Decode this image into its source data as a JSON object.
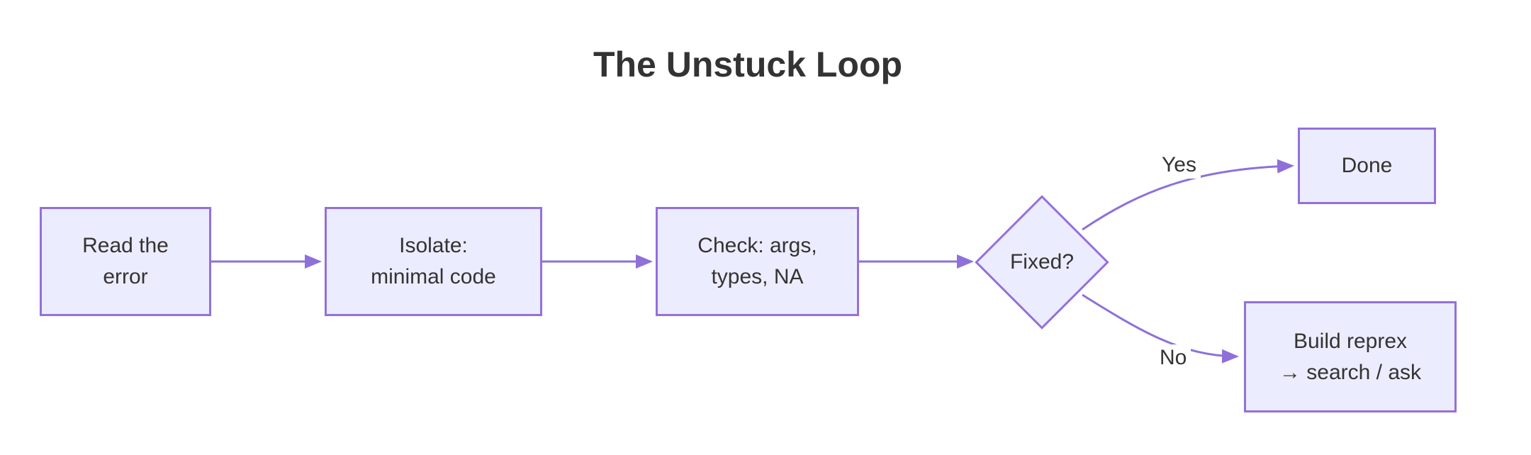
{
  "diagram": {
    "title": "The Unstuck Loop",
    "type": "flowchart",
    "direction": "left-to-right",
    "colors": {
      "node_fill": "#ECECFF",
      "node_border": "#9370DB",
      "edge_line": "#8E70D8",
      "text": "#333333",
      "background": "#FFFFFF"
    },
    "nodes": [
      {
        "id": "read",
        "shape": "rect",
        "label": "Read the\nerror"
      },
      {
        "id": "isolate",
        "shape": "rect",
        "label": "Isolate:\nminimal code"
      },
      {
        "id": "check",
        "shape": "rect",
        "label": "Check: args,\ntypes, NA"
      },
      {
        "id": "fixed",
        "shape": "diamond",
        "label": "Fixed?"
      },
      {
        "id": "done",
        "shape": "rect",
        "label": "Done"
      },
      {
        "id": "reprex",
        "shape": "rect",
        "label": "Build reprex\n→ search / ask"
      }
    ],
    "edges": [
      {
        "from": "read",
        "to": "isolate",
        "label": ""
      },
      {
        "from": "isolate",
        "to": "check",
        "label": ""
      },
      {
        "from": "check",
        "to": "fixed",
        "label": ""
      },
      {
        "from": "fixed",
        "to": "done",
        "label": "Yes"
      },
      {
        "from": "fixed",
        "to": "reprex",
        "label": "No"
      }
    ]
  }
}
